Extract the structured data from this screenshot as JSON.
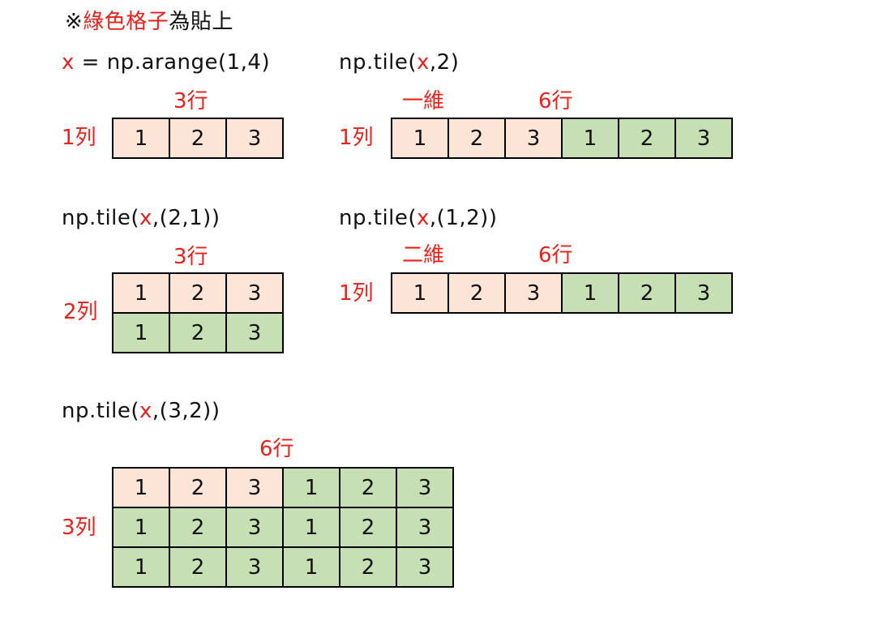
{
  "note": {
    "mark": "※",
    "highlight": "綠色格子",
    "rest": "為貼上"
  },
  "values": [
    1,
    2,
    3
  ],
  "colors": {
    "original": "#fce4d6",
    "tiled": "#c6e0b4",
    "label": "#e8201c"
  },
  "blocks": {
    "arange": {
      "code_pre": "",
      "code_var": "x",
      "code_post": " = np.arange(1,4)",
      "cols_label": "3行",
      "rows_label": "1列",
      "dim_label": "",
      "grid": [
        [
          "o",
          "o",
          "o"
        ]
      ]
    },
    "tile_2": {
      "code_pre": "np.tile(",
      "code_var": "x",
      "code_post": ",2)",
      "cols_label": "6行",
      "rows_label": "1列",
      "dim_label": "一維",
      "grid": [
        [
          "o",
          "o",
          "o",
          "t",
          "t",
          "t"
        ]
      ]
    },
    "tile_21": {
      "code_pre": "np.tile(",
      "code_var": "x",
      "code_post": ",(2,1))",
      "cols_label": "3行",
      "rows_label": "2列",
      "dim_label": "",
      "grid": [
        [
          "o",
          "o",
          "o"
        ],
        [
          "t",
          "t",
          "t"
        ]
      ]
    },
    "tile_12": {
      "code_pre": "np.tile(",
      "code_var": "x",
      "code_post": ",(1,2))",
      "cols_label": "6行",
      "rows_label": "1列",
      "dim_label": "二維",
      "grid": [
        [
          "o",
          "o",
          "o",
          "t",
          "t",
          "t"
        ]
      ]
    },
    "tile_32": {
      "code_pre": "np.tile(",
      "code_var": "x",
      "code_post": ",(3,2))",
      "cols_label": "6行",
      "rows_label": "3列",
      "dim_label": "",
      "grid": [
        [
          "o",
          "o",
          "o",
          "t",
          "t",
          "t"
        ],
        [
          "t",
          "t",
          "t",
          "t",
          "t",
          "t"
        ],
        [
          "t",
          "t",
          "t",
          "t",
          "t",
          "t"
        ]
      ]
    }
  }
}
